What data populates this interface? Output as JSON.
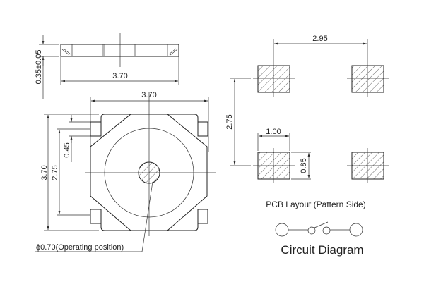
{
  "side_view": {
    "thickness_label": "0.35±0.05",
    "width_label": "3.70"
  },
  "top_view": {
    "width_label": "3.70",
    "height_label": "3.70",
    "pitch_label": "2.75",
    "pad_label": "0.45",
    "operating_label": "ϕ0.70(Operating position)"
  },
  "pcb": {
    "pitch_x_label": "2.95",
    "pitch_y_label": "2.75",
    "pad_width_label": "1.00",
    "pad_height_label": "0.85",
    "caption": "PCB Layout (Pattern Side)"
  },
  "circuit": {
    "caption": "Circuit Diagram"
  }
}
